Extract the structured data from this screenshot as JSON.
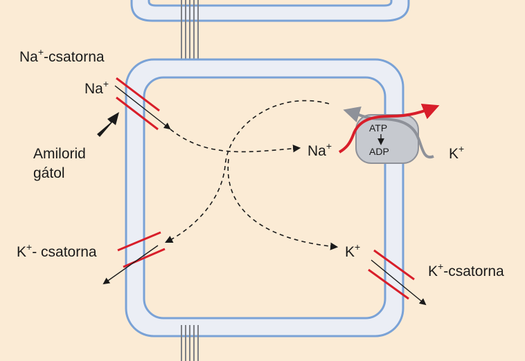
{
  "labels": {
    "na_channel_top": "Na",
    "na_channel_top_sup": "+",
    "na_channel_top_rest": "-csatorna",
    "na_ion_left": "Na",
    "na_ion_left_sup": "+",
    "amilorid_line1": "Amilorid",
    "amilorid_line2": "gátol",
    "na_ion_right": "Na",
    "na_ion_right_sup": "+",
    "k_ion_pump": "K",
    "k_ion_pump_sup": "+",
    "atp": "ATP",
    "adp": "ADP",
    "k_channel_left": "K",
    "k_channel_left_sup": "+",
    "k_channel_left_rest": "- csatorna",
    "k_ion_right": "K",
    "k_ion_right_sup": "+",
    "k_channel_right": "K",
    "k_channel_right_sup": "+",
    "k_channel_right_rest": "-csatorna"
  },
  "colors": {
    "background": "#fbebd5",
    "membrane_outline": "#7aa2d6",
    "membrane_fill": "#ebeef5",
    "channel": "#d81e2a",
    "pump_body": "#c6c9cf",
    "pump_arrow_na": "#d81e2a",
    "pump_arrow_k": "#8e9199",
    "text": "#1a1a1a"
  }
}
